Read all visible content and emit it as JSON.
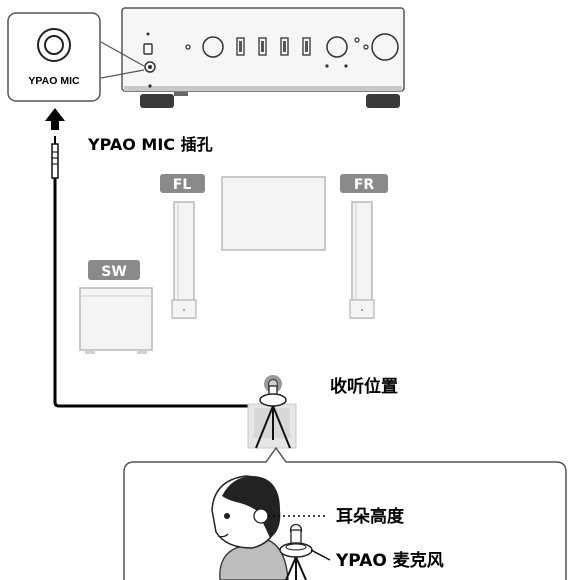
{
  "mic_jack_box": {
    "label": "YPAO MIC"
  },
  "labels": {
    "mic_jack": "YPAO MIC 插孔",
    "listening_position": "收听位置",
    "ear_height": "耳朵高度",
    "ypao_mic": "YPAO 麦克风"
  },
  "speakers": {
    "front_left": "FL",
    "front_right": "FR",
    "subwoofer": "SW"
  },
  "colors": {
    "device_light": "#f4f4f4",
    "device_shadow": "#444444",
    "speaker_fill": "#f4f4f4",
    "speaker_stroke": "#b8b8b8",
    "tag_bg": "#8a8a8a",
    "cable": "#000000",
    "face_skin": "#ffffff",
    "hair": "#222222",
    "shirt": "#bdbdbd"
  }
}
